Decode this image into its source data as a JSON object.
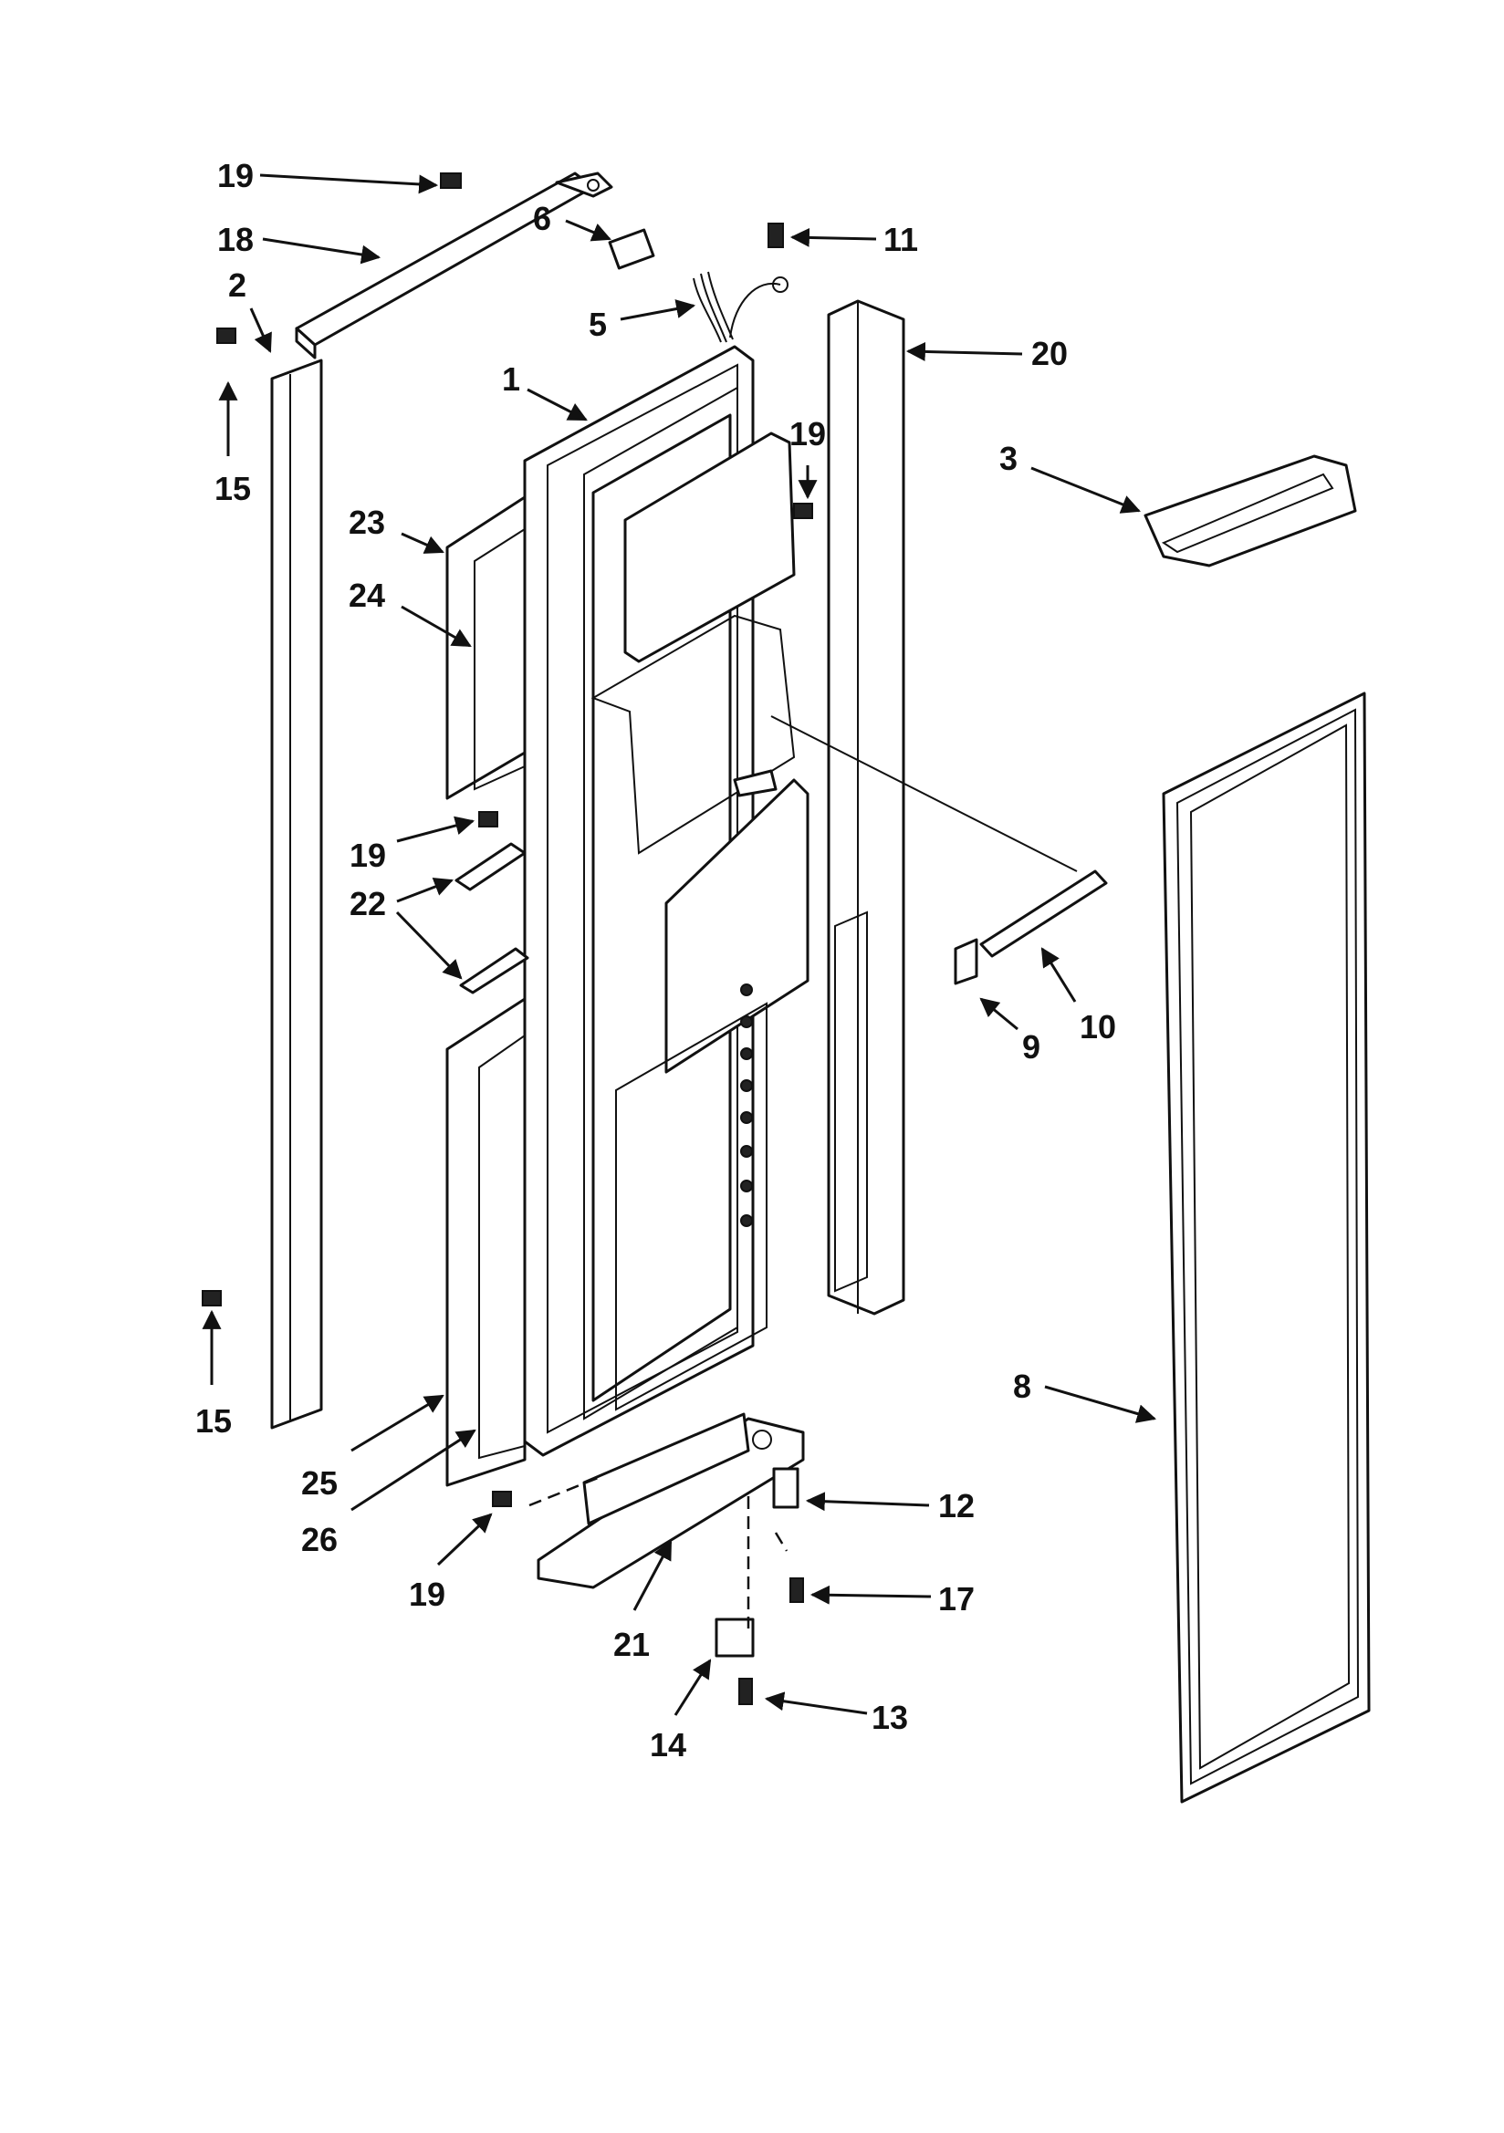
{
  "diagram": {
    "callouts": [
      "19",
      "18",
      "6",
      "11",
      "2",
      "5",
      "20",
      "1",
      "15",
      "19",
      "3",
      "23",
      "24",
      "19",
      "22",
      "10",
      "9",
      "15",
      "8",
      "25",
      "12",
      "26",
      "19",
      "17",
      "21",
      "14",
      "13"
    ]
  }
}
